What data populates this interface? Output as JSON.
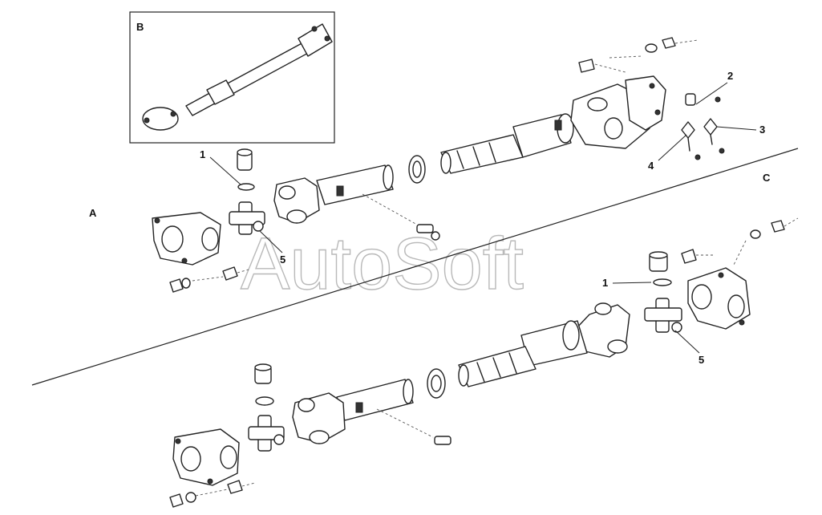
{
  "section_labels": {
    "a": "A",
    "b": "B",
    "c": "C"
  },
  "callouts": {
    "top_1": "1",
    "top_2": "2",
    "top_3": "3",
    "top_4": "4",
    "top_5": "5",
    "bottom_1": "1",
    "bottom_5": "5"
  },
  "watermark": "AutoSoft"
}
